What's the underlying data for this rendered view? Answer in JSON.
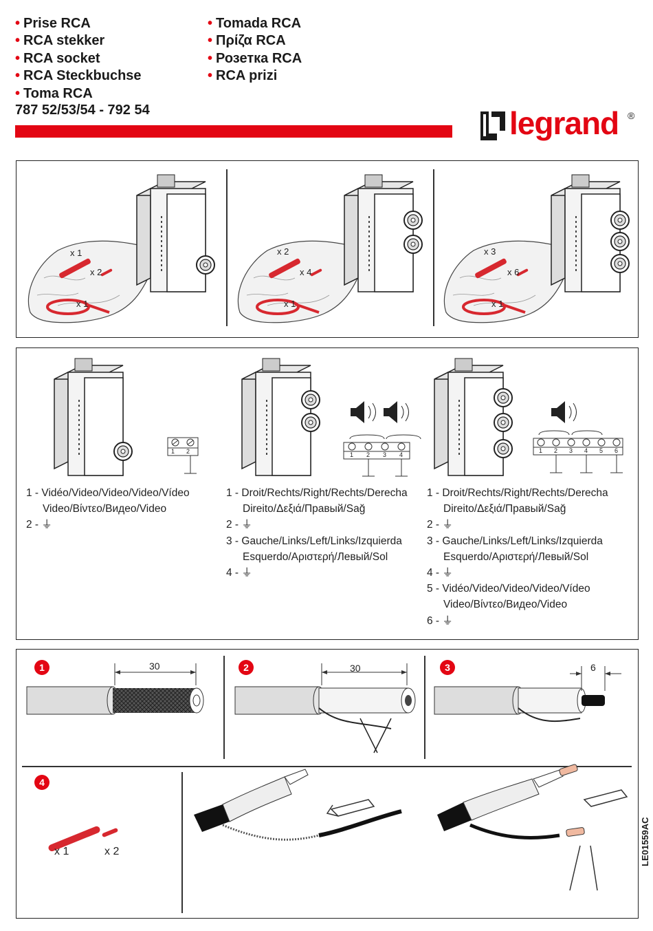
{
  "titles_left": [
    "Prise RCA",
    "RCA stekker",
    "RCA socket",
    "RCA Steckbuchse",
    "Toma RCA"
  ],
  "titles_right": [
    "Tomada RCA",
    "Πρίζα RCA",
    "Розетка RCA",
    "RCA prizi"
  ],
  "references": "787 52/53/54 - 792 54",
  "brand": {
    "name": "legrand",
    "registered": "®",
    "color": "#e30613"
  },
  "kit_panels": [
    {
      "rod": "x 1",
      "screw": "x 2",
      "tie": "x 1"
    },
    {
      "rod": "x 2",
      "screw": "x 4",
      "tie": "x 1"
    },
    {
      "rod": "x 3",
      "screw": "x 6",
      "tie": "x 1"
    }
  ],
  "wiring": {
    "terminal_labels_1": [
      "1",
      "2"
    ],
    "terminal_labels_2": [
      "1",
      "2",
      "3",
      "4"
    ],
    "terminal_labels_3": [
      "1",
      "2",
      "3",
      "4",
      "5",
      "6"
    ],
    "col1": [
      "1 - Vidéo/Video/Video/Video/Vídeo",
      "Video/Βίντεο/Видео/Video",
      "2 - "
    ],
    "col2": [
      "1 - Droit/Rechts/Right/Rechts/Derecha",
      "Direito/Δεξιά/Правый/Sağ",
      "2 - ",
      "3 - Gauche/Links/Left/Links/Izquierda",
      "Esquerdo/Αριστερή/Левый/Sol",
      "4 - "
    ],
    "col3": [
      "1 - Droit/Rechts/Right/Rechts/Derecha",
      "Direito/Δεξιά/Правый/Sağ",
      "2 - ",
      "3 - Gauche/Links/Left/Links/Izquierda",
      "Esquerdo/Αριστερή/Левый/Sol",
      "4 - ",
      "5 - Vidéo/Video/Video/Video/Vídeo",
      "Video/Βίντεο/Видео/Video",
      "6 - "
    ]
  },
  "steps": {
    "s1": {
      "num": "1",
      "dim": "30"
    },
    "s2": {
      "num": "2",
      "dim": "30"
    },
    "s3": {
      "num": "3",
      "dim": "6"
    },
    "s4": {
      "num": "4",
      "qty_rod": "x 1",
      "qty_screw": "x 2"
    }
  },
  "doc_code": "LE01559AC"
}
